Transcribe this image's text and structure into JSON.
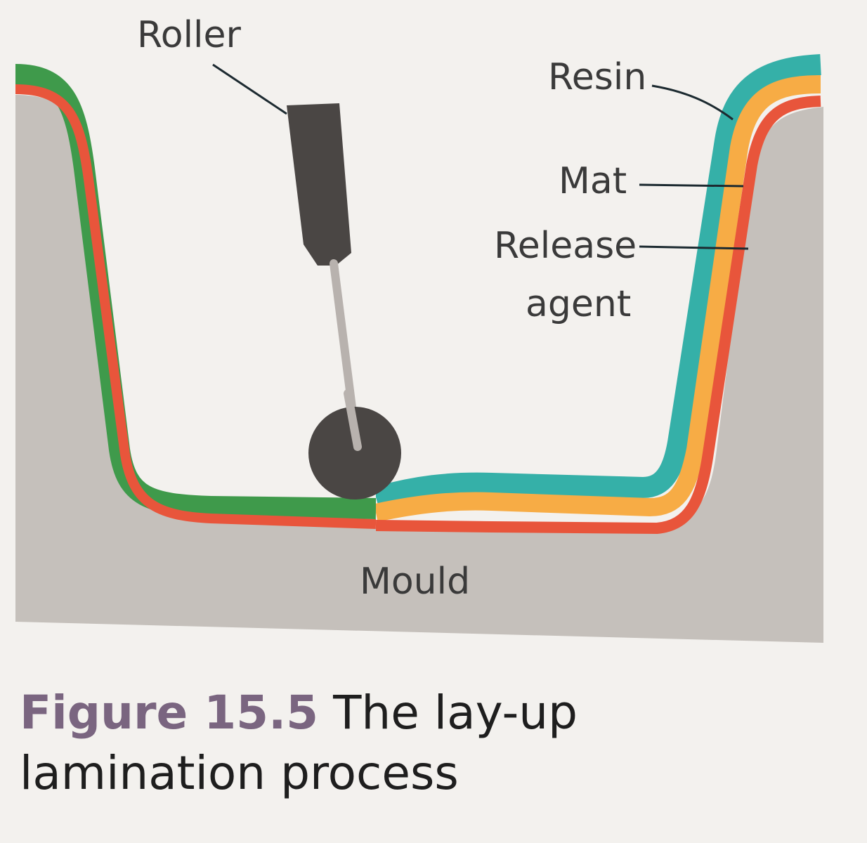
{
  "labels": {
    "roller": "Roller",
    "resin": "Resin",
    "mat": "Mat",
    "release_line1": "Release",
    "release_line2": "agent",
    "mould": "Mould"
  },
  "caption": {
    "figure_number": "Figure 15.5",
    "title": "The lay-up lamination process"
  },
  "colors": {
    "mould": "#c5c0bb",
    "release_agent": "#e8553b",
    "mat": "#f7ac45",
    "resin": "#35b0a8",
    "rolled_laminate": "#3f9a4b",
    "roller": "#4a4644",
    "caption_number": "#7a6580"
  }
}
